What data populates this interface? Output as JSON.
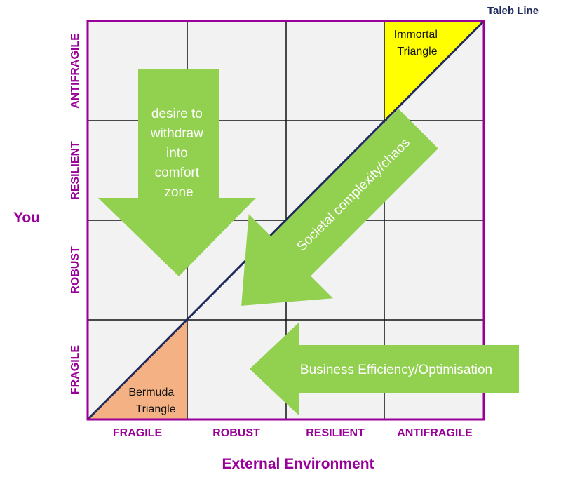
{
  "y_axis": {
    "title": "You",
    "levels": [
      "FRAGILE",
      "ROBUST",
      "RESILIENT",
      "ANTIFRAGILE"
    ]
  },
  "x_axis": {
    "title": "External Environment",
    "levels": [
      "FRAGILE",
      "ROBUST",
      "RESILIENT",
      "ANTIFRAGILE"
    ]
  },
  "diagonal_label": "Taleb Line",
  "regions": {
    "top": [
      "Immortal",
      "Triangle"
    ],
    "bottom": [
      "Bermuda",
      "Triangle"
    ]
  },
  "arrows": {
    "withdraw": [
      "desire to",
      "withdraw",
      "into",
      "comfort",
      "zone"
    ],
    "complexity": "Societal complexity/chaos",
    "efficiency": "Business Efficiency/Optimisation"
  },
  "colors": {
    "purple": "#990099",
    "arrow_green": "#92d050",
    "immortal_yellow": "#ffff00",
    "bermuda_orange": "#f4b183",
    "diagonal_navy": "#1f2a5c",
    "cell_gray": "#f2f2f2"
  }
}
